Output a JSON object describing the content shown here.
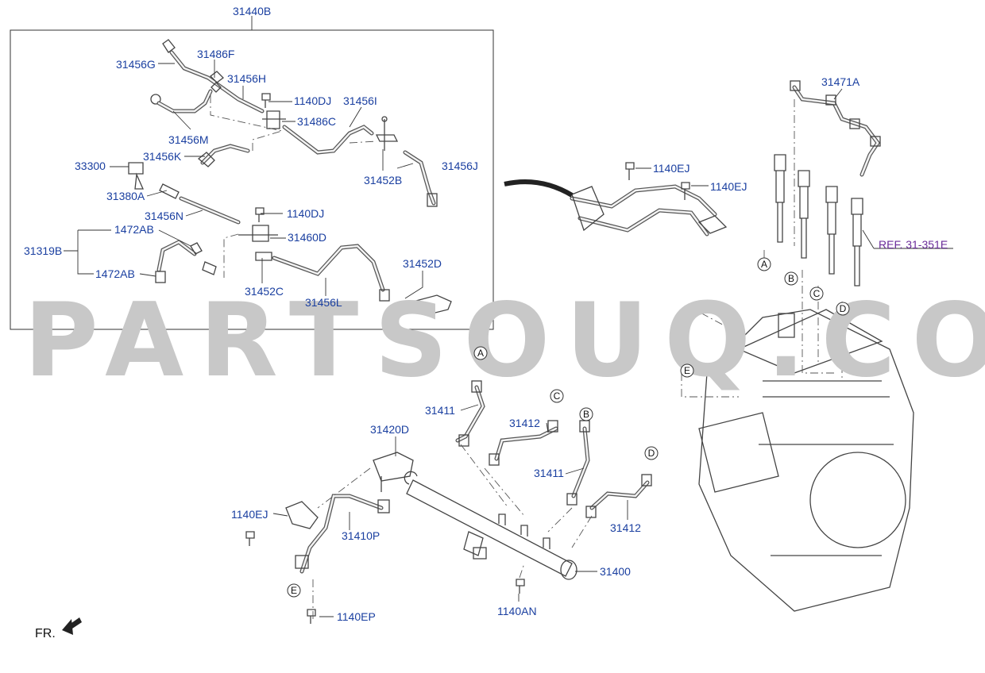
{
  "watermark": "PARTSOUQ.COM",
  "orientation": {
    "label": "FR."
  },
  "reference": {
    "label": "REF. 31-351E",
    "color": "#6a2c99"
  },
  "colors": {
    "label": "#1a3fa0",
    "watermark": "#c8c8c8"
  },
  "callouts": {
    "c_31440B": "31440B",
    "c_31486F": "31486F",
    "c_31456G": "31456G",
    "c_31456H": "31456H",
    "c_1140DJ_a": "1140DJ",
    "c_31456I": "31456I",
    "c_31486C": "31486C",
    "c_31456M": "31456M",
    "c_31456K": "31456K",
    "c_33300": "33300",
    "c_31456J": "31456J",
    "c_31452B": "31452B",
    "c_31380A": "31380A",
    "c_31456N": "31456N",
    "c_1140DJ_b": "1140DJ",
    "c_1472AB_a": "1472AB",
    "c_31460D": "31460D",
    "c_31319B": "31319B",
    "c_31452D": "31452D",
    "c_1472AB_b": "1472AB",
    "c_31452C": "31452C",
    "c_31456L": "31456L",
    "c_1140EJ_a": "1140EJ",
    "c_1140EJ_b": "1140EJ",
    "c_31471A": "31471A",
    "c_31411_a": "31411",
    "c_31412_a": "31412",
    "c_31420D": "31420D",
    "c_31411_b": "31411",
    "c_31412_b": "31412",
    "c_1140EJ_c": "1140EJ",
    "c_31410P": "31410P",
    "c_31400": "31400",
    "c_1140AN": "1140AN",
    "c_1140EP": "1140EP"
  },
  "markers": {
    "m_A_top": "A",
    "m_B_top": "B",
    "m_C_top": "C",
    "m_D_top": "D",
    "m_E_top": "E",
    "m_A_bot": "A",
    "m_B_bot": "B",
    "m_C_bot": "C",
    "m_D_bot": "D",
    "m_E_bot": "E"
  }
}
